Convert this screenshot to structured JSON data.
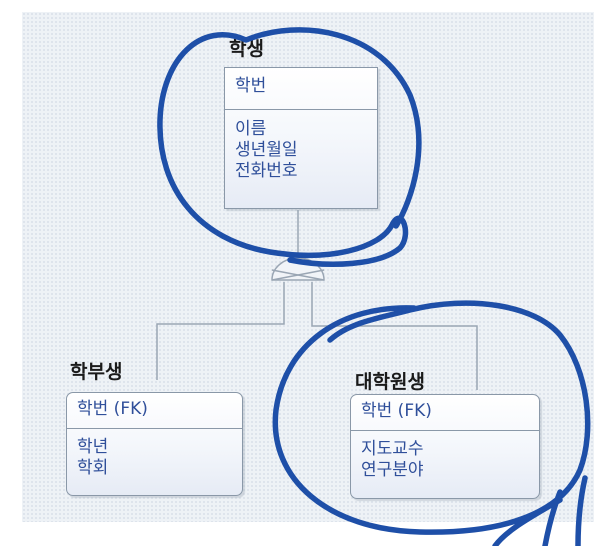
{
  "entities": {
    "student": {
      "name": "학생",
      "primary_keys": [
        "학번"
      ],
      "attributes": [
        "이름",
        "생년월일",
        "전화번호"
      ]
    },
    "undergraduate": {
      "name": "학부생",
      "primary_keys": [
        "학번 (FK)"
      ],
      "attributes": [
        "학년",
        "학회"
      ]
    },
    "graduate": {
      "name": "대학원생",
      "primary_keys": [
        "학번 (FK)"
      ],
      "attributes": [
        "지도교수",
        "연구분야"
      ]
    }
  },
  "relationship": {
    "type": "subtype-exclusive",
    "parent": "학생",
    "children": [
      "학부생",
      "대학원생"
    ]
  },
  "annotations": {
    "circle_color": "#1e4fa8",
    "circled_entities": [
      "학생",
      "대학원생"
    ]
  }
}
